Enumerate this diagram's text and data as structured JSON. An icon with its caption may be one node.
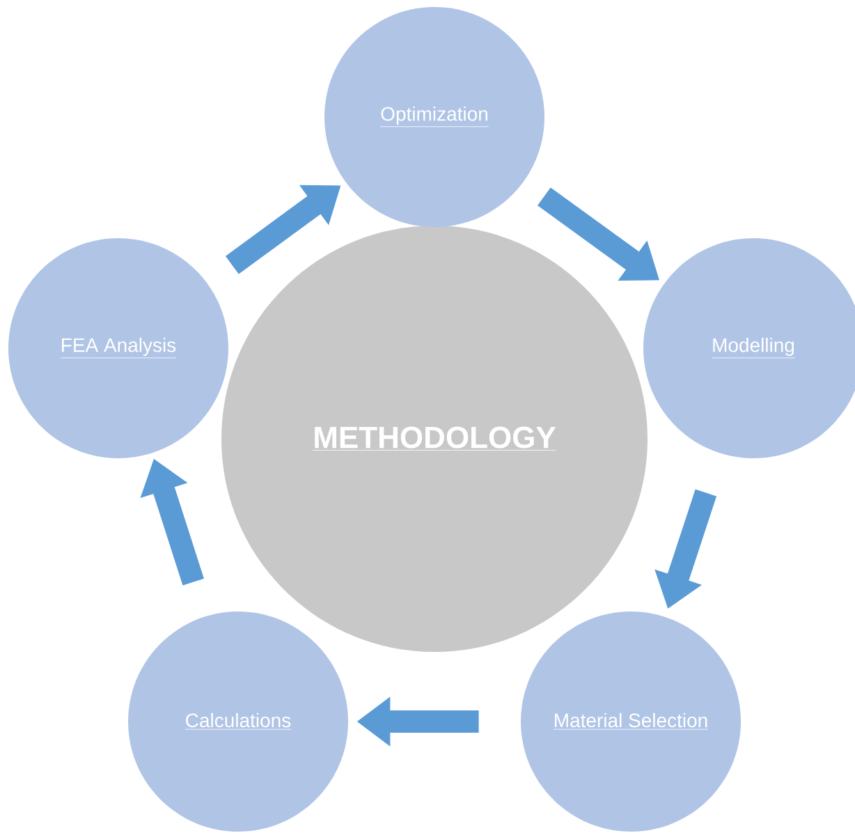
{
  "diagram": {
    "nodes": [
      {
        "text": [
          "METHODOLOGY"
        ]
      },
      {
        "text": [
          "Optimization"
        ]
      },
      {
        "text": [
          "Modelling"
        ]
      },
      {
        "text": [
          "Material Selection"
        ]
      },
      {
        "text": [
          "Calculations"
        ]
      },
      {
        "text": [
          "FEA Analysis"
        ]
      }
    ],
    "edges": [
      {
        "from": 5,
        "to": 1,
        "arrow": "to"
      },
      {
        "from": 1,
        "to": 2,
        "arrow": "to"
      },
      {
        "from": 2,
        "to": 3,
        "arrow": "to"
      },
      {
        "from": 3,
        "to": 4,
        "arrow": "to"
      },
      {
        "from": 4,
        "to": 5,
        "arrow": "to"
      }
    ]
  }
}
